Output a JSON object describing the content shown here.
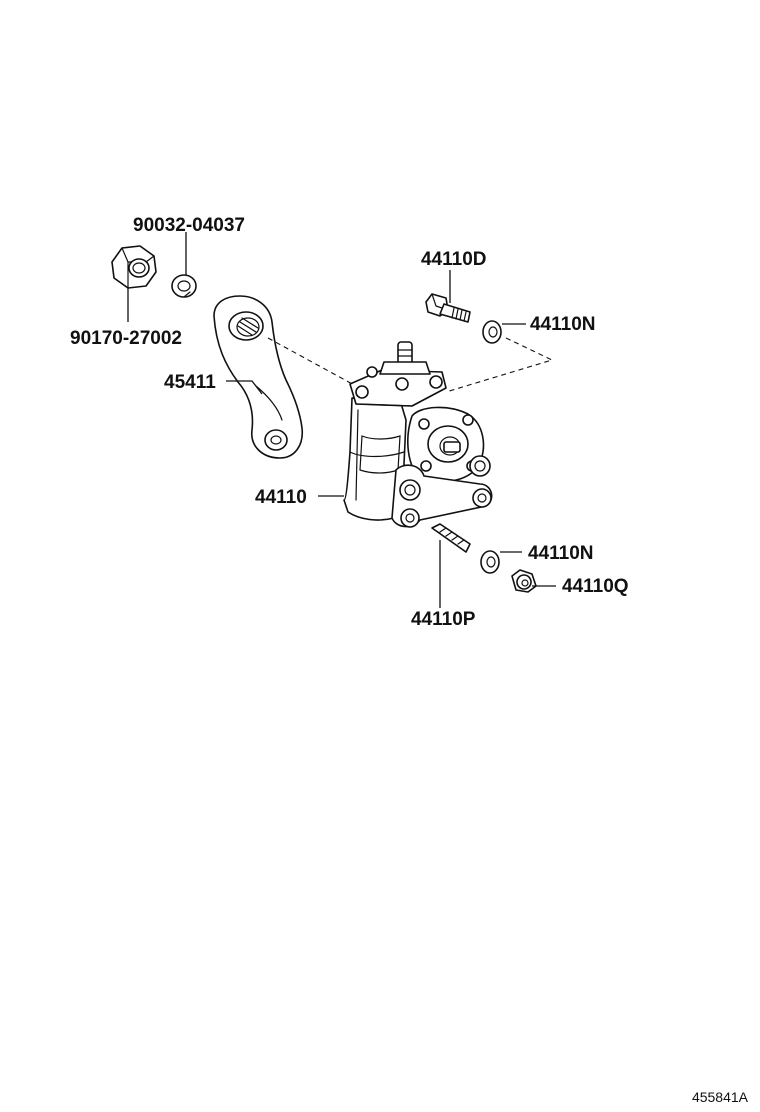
{
  "labels": {
    "washer_top": "90032-04037",
    "nut_top": "90170-27002",
    "bolt_top": "44110D",
    "washer_right_top": "44110N",
    "pitman_arm": "45411",
    "gear_box": "44110",
    "washer_right_bottom": "44110N",
    "nut_right_bottom": "44110Q",
    "stud_bottom": "44110P"
  },
  "reference_code": "455841A",
  "colors": {
    "ink": "#111111",
    "background": "#ffffff"
  }
}
